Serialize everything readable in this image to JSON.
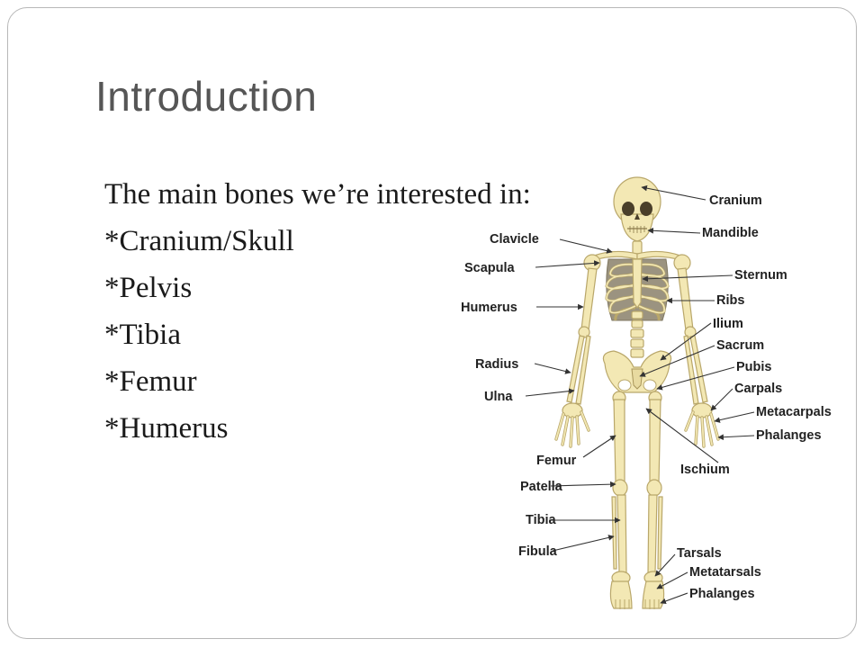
{
  "slide": {
    "title": "Introduction",
    "intro": "The main bones we’re interested in:",
    "bullets": [
      "*Cranium/Skull",
      "*Pelvis",
      "*Tibia",
      "*Femur",
      "*Humerus"
    ]
  },
  "diagram": {
    "labels": {
      "cranium": "Cranium",
      "mandible": "Mandible",
      "clavicle": "Clavicle",
      "scapula": "Scapula",
      "sternum": "Sternum",
      "humerus": "Humerus",
      "ribs": "Ribs",
      "ilium": "Ilium",
      "sacrum": "Sacrum",
      "radius": "Radius",
      "pubis": "Pubis",
      "carpals": "Carpals",
      "ulna": "Ulna",
      "metacarpals": "Metacarpals",
      "phalanges_hand": "Phalanges",
      "femur": "Femur",
      "ischium": "Ischium",
      "patella": "Patella",
      "tibia": "Tibia",
      "fibula": "Fibula",
      "tarsals": "Tarsals",
      "metatarsals": "Metatarsals",
      "phalanges_foot": "Phalanges"
    }
  },
  "colors": {
    "title": "#565656",
    "text": "#1a1a1a",
    "bone": "#f3e8b4",
    "frame": "#b7b7b7"
  }
}
